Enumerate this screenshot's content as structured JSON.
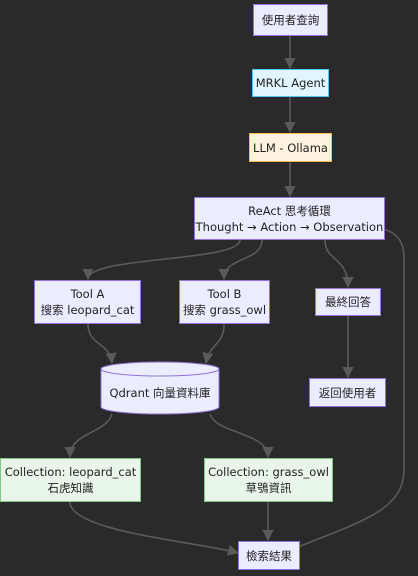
{
  "nodes": {
    "user_query": {
      "line1": "使用者查詢"
    },
    "agent": {
      "line1": "MRKL Agent"
    },
    "llm": {
      "line1": "LLM - Ollama"
    },
    "react": {
      "line1": "ReAct 思考循環",
      "line2": "Thought → Action → Observation"
    },
    "tool_a": {
      "line1": "Tool A",
      "line2": "搜索 leopard_cat"
    },
    "tool_b": {
      "line1": "Tool B",
      "line2": "搜索 grass_owl"
    },
    "final_answer": {
      "line1": "最終回答"
    },
    "return_user": {
      "line1": "返回使用者"
    },
    "qdrant": {
      "line1": "Qdrant 向量資料庫"
    },
    "coll_a": {
      "line1": "Collection: leopard_cat",
      "line2": "石虎知識"
    },
    "coll_b": {
      "line1": "Collection: grass_owl",
      "line2": "草鴞資訊"
    },
    "results": {
      "line1": "檢索結果"
    }
  },
  "colors": {
    "background": "#2a2a2a",
    "default_fill": "#ececff",
    "default_stroke": "#9370db",
    "agent_fill": "#e1f5fe",
    "llm_fill": "#fff3e0",
    "collection_fill": "#e8f5e9",
    "edge": "#5a5a5a"
  }
}
